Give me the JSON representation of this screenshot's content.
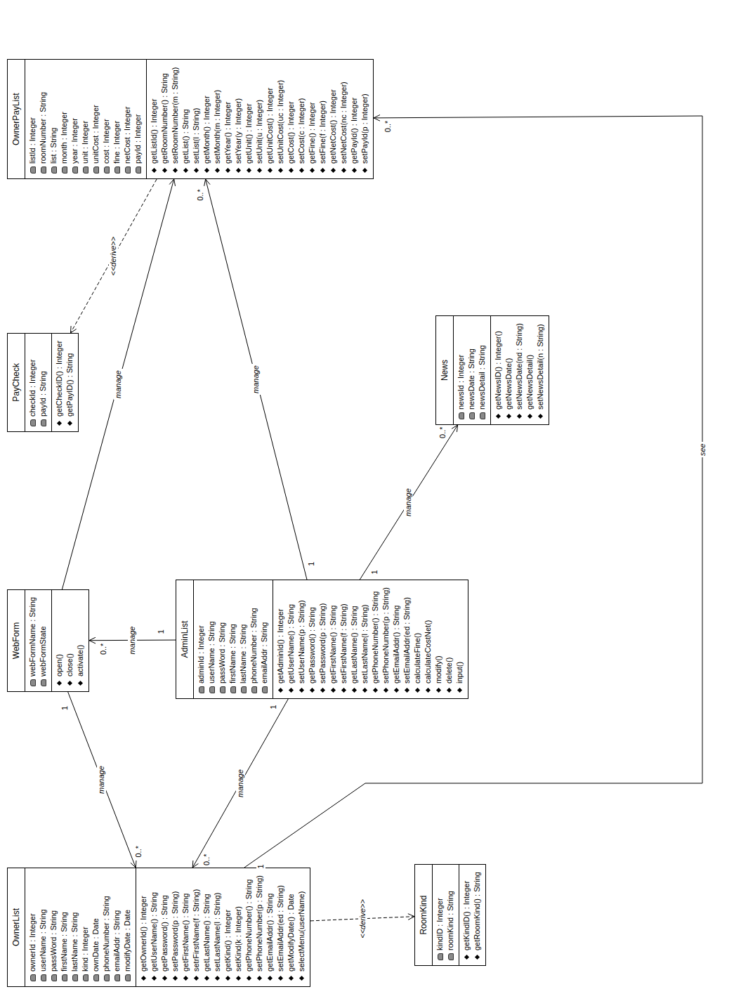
{
  "diagram": {
    "nodes": [
      {
        "text": [
          "OwnerPayList",
          "listId : Integer",
          "roomNumber : String",
          "list : String",
          "month : Integer",
          "year : Integer",
          "unit : Integer",
          "unitCost : Integer",
          "cost : Integer",
          "fine : Integer",
          "netCost : Integer",
          "payId : Integer",
          "getListId() : Integer",
          "getRoomNumber() : String",
          "setRoomNumber(m : String)",
          "getList() : String",
          "setList(l : String)",
          "getMonth() : Integer",
          "setMonth(m : Integer)",
          "getYear() : Integer",
          "setYear(y : Integer)",
          "getUnit() : Integer",
          "setUnit(u : Integer)",
          "getUnitCost() : Integer",
          "setUnitCost(uc : Integer)",
          "getCost() : Integer",
          "setCost(c : Integer)",
          "getFine() : Integer",
          "setFine(f : Integer)",
          "getNetCost() : Integer",
          "setNetCost(nc : Integer)",
          "getPayId() : Integer",
          "setPayId(p : Integer)"
        ]
      },
      {
        "text": [
          "PayCheck",
          "checkId : Integer",
          "payId : String",
          "getCheckID() : Integer",
          "getPayID() : String"
        ]
      },
      {
        "text": [
          "WebForm",
          "webFormName : String",
          "webFormState",
          "open()",
          "close()",
          "activate()"
        ]
      },
      {
        "text": [
          "AdminList",
          "adminId : Integer",
          "userName : String",
          "passWord : String",
          "firstName : String",
          "lastName : String",
          "phoneNumber : String",
          "emailAddr : String",
          "getAdminId() : Integer",
          "getUserName() : String",
          "setUserName(p : String)",
          "getPassword() : String",
          "setPassword(p : String)",
          "getFirstName() : String",
          "setFirstName(f : String)",
          "getLastName() : String",
          "setLastName(l : String)",
          "getPhoneNumber() : String",
          "setPhoneNumber(p : String)",
          "getEmailAddr() : String",
          "setEmailAddr(ed : String)",
          "calculateFine()",
          "calculateCostNet()",
          "modify()",
          "delete()",
          "input()"
        ]
      },
      {
        "text": [
          "News",
          "newsId : Integer",
          "newsDate : String",
          "newsDetail : String",
          "getNewsID() : Integer()",
          "getNewsDate()",
          "setNewsDate(nd : String)",
          "getNewsDetail()",
          "setNewsDetail(n : String)"
        ]
      },
      {
        "text": [
          "OwnerList",
          "ownerId : Integer",
          "userName : String",
          "passWord : String",
          "firstName : String",
          "lastName : String",
          "kind : Integer",
          "ownDate : Date",
          "phoneNumber : String",
          "emailAddr : String",
          "modifyDate : Date",
          "getOwnerId() : Integer",
          "getUserName() : String",
          "getPassword() : String",
          "setPassword(p : String)",
          "getFirstName() : String",
          "setrFirstName(f : String)",
          "getLastName() : String",
          "setLastName(l : String)",
          "getKind() : Integer",
          "setKind(k : Integer)",
          "getPhoneNumber() : String",
          "setPhoneNumber(p : String)",
          "getEmailAddr() : String",
          "setEmailAddr(ed : String)",
          "getModifyDate() : Date",
          "selectMenu(userName)"
        ]
      },
      {
        "text": [
          "RoomKind",
          "kindID : Integer",
          "roomKind : String",
          "getKindID() : Integer",
          "getRoomKind() : String"
        ]
      }
    ],
    "edges": [
      {
        "from": 2,
        "to": 5,
        "label": "manage",
        "arrow": "to"
      },
      {
        "from": 3,
        "to": 2,
        "label": "manage",
        "arrow": "to"
      },
      {
        "from": 2,
        "to": 0,
        "label": "manage",
        "arrow": "to"
      },
      {
        "from": 0,
        "to": 1,
        "label": "<<derive>>",
        "arrow": "to"
      },
      {
        "from": 3,
        "to": 5,
        "label": "manage",
        "arrow": "to"
      },
      {
        "from": 3,
        "to": 0,
        "label": "manage",
        "arrow": "to"
      },
      {
        "from": 3,
        "to": 4,
        "label": "manage",
        "arrow": "to"
      },
      {
        "from": 5,
        "to": 6,
        "label": "<<derive>>",
        "arrow": "to"
      },
      {
        "from": 5,
        "to": 0,
        "label": "see",
        "arrow": "to"
      }
    ],
    "labels": [
      "1",
      "0..*",
      "1",
      "0..*",
      "1",
      "0..*",
      "1",
      "0..*",
      "1",
      "0..*",
      "1",
      "0..*"
    ]
  }
}
